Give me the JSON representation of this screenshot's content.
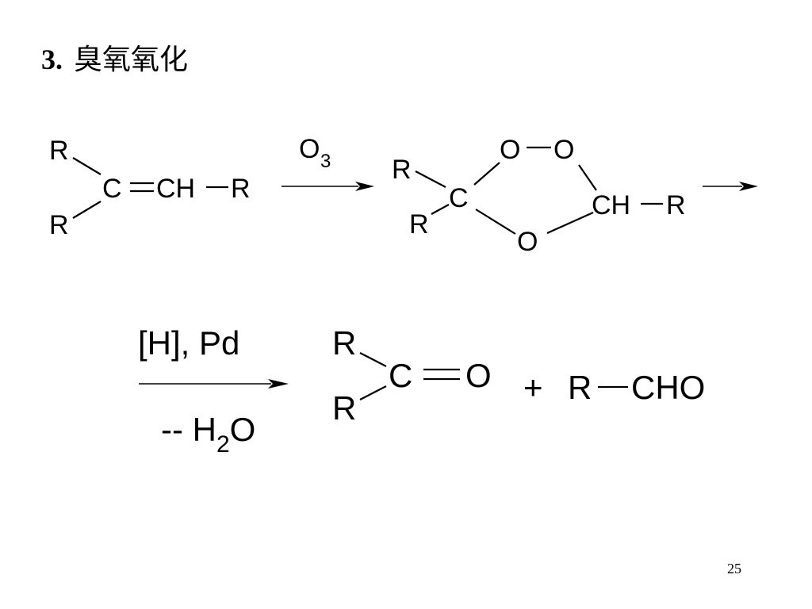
{
  "slide": {
    "title_number": "3.",
    "title_text": "臭氧氧化",
    "page_number": "25"
  },
  "reaction1": {
    "reactant": {
      "r_top": "R",
      "r_bottom": "R",
      "carbon": "C",
      "ch": "CH",
      "r_right": "R"
    },
    "reagent": {
      "base": "O",
      "subscript": "3"
    },
    "ozonide": {
      "r_top": "R",
      "r_bottom": "R",
      "carbon": "C",
      "o_top_left": "O",
      "o_top_right": "O",
      "o_bottom": "O",
      "ch": "CH",
      "r_right": "R"
    }
  },
  "reaction2": {
    "reagent_above": "[H], Pd",
    "reagent_below": {
      "prefix": "-- H",
      "subscript": "2",
      "suffix": "O"
    },
    "ketone": {
      "r_top": "R",
      "r_bottom": "R",
      "carbon": "C",
      "oxygen": "O"
    },
    "plus": "+",
    "aldehyde": {
      "r": "R",
      "group": "CHO"
    }
  }
}
